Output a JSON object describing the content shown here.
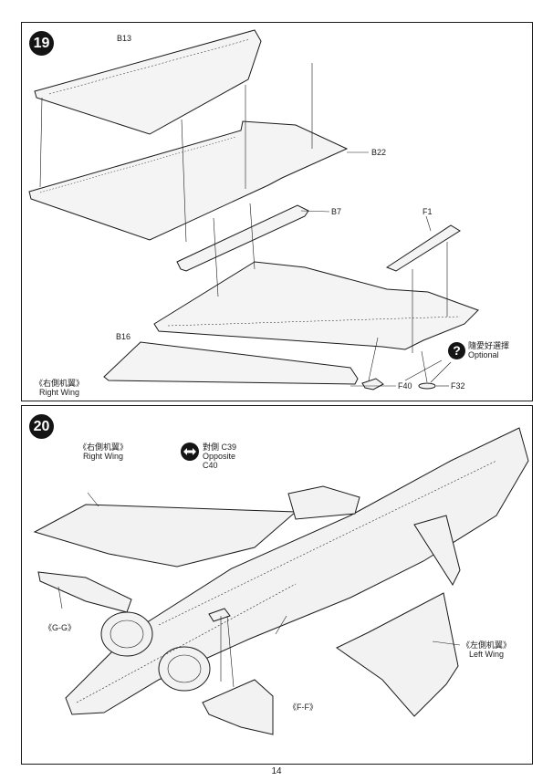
{
  "step19": {
    "number": "19",
    "parts": {
      "b13": "B13",
      "b22": "B22",
      "b7": "B7",
      "f1": "F1",
      "b16": "B16",
      "f40": "F40",
      "f32": "F32"
    },
    "optional": {
      "icon": "question-icon",
      "zh": "隨愛好選擇",
      "en": "Optional"
    },
    "right_wing": {
      "zh": "《右側机翼》",
      "en": "Right Wing"
    }
  },
  "step20": {
    "number": "20",
    "right_wing": {
      "zh": "《右側机翼》",
      "en": "Right Wing"
    },
    "opposite": {
      "icon": "double-arrow-icon",
      "line1": "對側 C39",
      "line2": "Opposite",
      "line3": "C40"
    },
    "gg": "《G-G》",
    "ff": "《F-F》",
    "left_wing": {
      "zh": "《左側机翼》",
      "en": "Left Wing"
    }
  },
  "page_number": "14"
}
